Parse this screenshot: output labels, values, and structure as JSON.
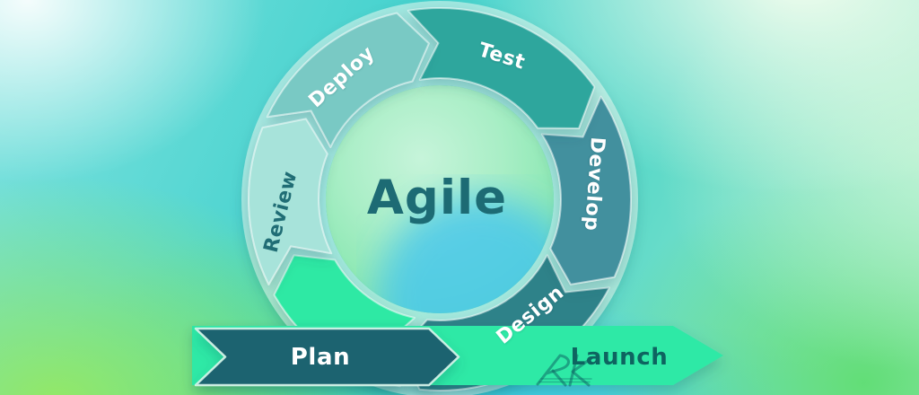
{
  "diagram": {
    "center_label": "Agile",
    "watermark": "RK",
    "colors": {
      "agile_text": "#1d6b74",
      "backing_ring": "#e6f9f1",
      "inner_disc_top": "#c6f4da",
      "inner_disc_bottom": "#79e4a7",
      "inner_glow_blue": "#45c6ee",
      "background_turquoise": "#45d2ce",
      "background_green": "#7fe57a",
      "background_bottom_blue": "#3ac9ee"
    },
    "cycle_segments": [
      {
        "id": "connector",
        "label": "",
        "color": "#2de9a4",
        "label_color": "",
        "a0": 192.0,
        "a1": 240.0
      },
      {
        "id": "design",
        "label": "Design",
        "color": "#2e8289",
        "label_color": "#ffffff",
        "a0": 117.5,
        "a1": 186.0
      },
      {
        "id": "develop",
        "label": "Develop",
        "color": "#43909e",
        "label_color": "#ffffff",
        "a0": 57.5,
        "a1": 114.0
      },
      {
        "id": "test",
        "label": "Test",
        "color": "#2da69d",
        "label_color": "#ffffff",
        "a0": 350.5,
        "a1": 414.0
      },
      {
        "id": "deploy",
        "label": "Deploy",
        "color": "#79c9c4",
        "label_color": "#ffffff",
        "a0": 295.5,
        "a1": 347.0
      },
      {
        "id": "review",
        "label": "Review",
        "color": "#a7e3da",
        "label_color": "#206d75",
        "a0": 243.5,
        "a1": 292.0
      }
    ],
    "bands": {
      "plan": {
        "label": "Plan",
        "color": "#1f646f",
        "text_color": "#ffffff"
      },
      "launch": {
        "label": "Launch",
        "color": "#2ee9a6",
        "text_color": "#0e6460"
      }
    }
  }
}
